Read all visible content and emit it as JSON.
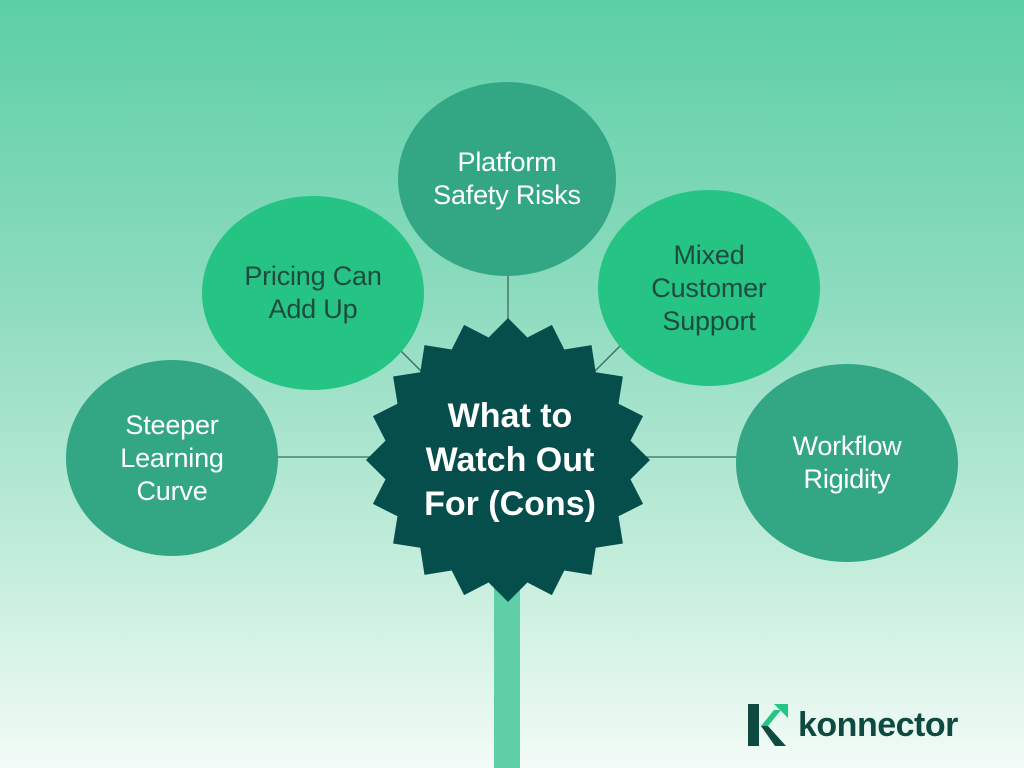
{
  "diagram": {
    "center": {
      "label": "What to\nWatch Out\nFor (Cons)"
    },
    "nodes": [
      {
        "id": "steeper-learning-curve",
        "label": "Steeper\nLearning\nCurve"
      },
      {
        "id": "pricing-can-add-up",
        "label": "Pricing Can\nAdd Up"
      },
      {
        "id": "platform-safety-risks",
        "label": "Platform\nSafety Risks"
      },
      {
        "id": "mixed-customer-support",
        "label": "Mixed\nCustomer\nSupport"
      },
      {
        "id": "workflow-rigidity",
        "label": "Workflow\nRigidity"
      }
    ]
  },
  "brand": {
    "name": "konnector",
    "accent": "#0f4a40",
    "highlight": "#25c484"
  },
  "colors": {
    "center": "#054e4b",
    "node_light": "#25c484",
    "node_dark": "#33a784",
    "stem": "#5fcfa5"
  }
}
